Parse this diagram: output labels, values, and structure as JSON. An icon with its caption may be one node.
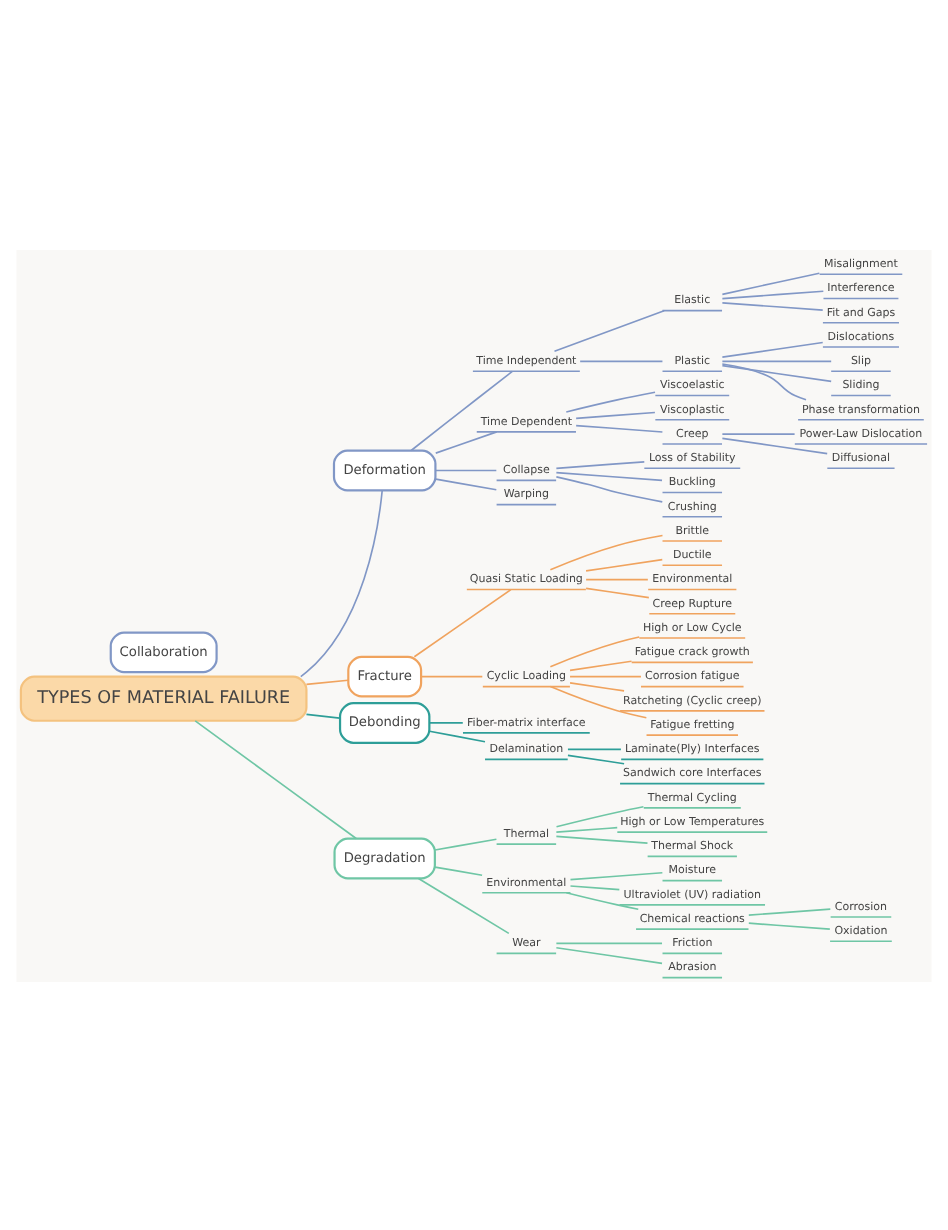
{
  "diagram": {
    "nodes": [
      {
        "text": [
          "TYPES OF MATERIAL FAILURE"
        ]
      },
      {
        "text": [
          "Collaboration"
        ]
      },
      {
        "text": [
          "Deformation"
        ]
      },
      {
        "text": [
          "Time Independent"
        ]
      },
      {
        "text": [
          "Elastic"
        ]
      },
      {
        "text": [
          "Misalignment"
        ]
      },
      {
        "text": [
          "Interference"
        ]
      },
      {
        "text": [
          "Fit and Gaps"
        ]
      },
      {
        "text": [
          "Plastic"
        ]
      },
      {
        "text": [
          "Dislocations"
        ]
      },
      {
        "text": [
          "Slip"
        ]
      },
      {
        "text": [
          "Sliding"
        ]
      },
      {
        "text": [
          "Phase transformation"
        ]
      },
      {
        "text": [
          "Time Dependent"
        ]
      },
      {
        "text": [
          "Viscoelastic"
        ]
      },
      {
        "text": [
          "Viscoplastic"
        ]
      },
      {
        "text": [
          "Creep"
        ]
      },
      {
        "text": [
          "Power-Law Dislocation"
        ]
      },
      {
        "text": [
          "Diffusional"
        ]
      },
      {
        "text": [
          "Collapse"
        ]
      },
      {
        "text": [
          "Loss of Stability"
        ]
      },
      {
        "text": [
          "Buckling"
        ]
      },
      {
        "text": [
          "Crushing"
        ]
      },
      {
        "text": [
          "Warping"
        ]
      },
      {
        "text": [
          "Fracture"
        ]
      },
      {
        "text": [
          "Quasi Static Loading"
        ]
      },
      {
        "text": [
          "Brittle"
        ]
      },
      {
        "text": [
          "Ductile"
        ]
      },
      {
        "text": [
          "Environmental"
        ]
      },
      {
        "text": [
          "Creep Rupture"
        ]
      },
      {
        "text": [
          "Cyclic Loading"
        ]
      },
      {
        "text": [
          "High or Low Cycle"
        ]
      },
      {
        "text": [
          "Fatigue crack growth"
        ]
      },
      {
        "text": [
          "Corrosion fatigue"
        ]
      },
      {
        "text": [
          "Ratcheting (Cyclic creep)"
        ]
      },
      {
        "text": [
          "Fatigue fretting"
        ]
      },
      {
        "text": [
          "Debonding"
        ]
      },
      {
        "text": [
          "Fiber-matrix interface"
        ]
      },
      {
        "text": [
          "Delamination"
        ]
      },
      {
        "text": [
          "Laminate(Ply) Interfaces"
        ]
      },
      {
        "text": [
          "Sandwich core Interfaces"
        ]
      },
      {
        "text": [
          "Degradation"
        ]
      },
      {
        "text": [
          "Thermal"
        ]
      },
      {
        "text": [
          "Thermal Cycling"
        ]
      },
      {
        "text": [
          "High or Low Temperatures"
        ]
      },
      {
        "text": [
          "Thermal Shock"
        ]
      },
      {
        "text": [
          "Environmental"
        ]
      },
      {
        "text": [
          "Moisture"
        ]
      },
      {
        "text": [
          "Ultraviolet (UV) radiation"
        ]
      },
      {
        "text": [
          "Chemical reactions"
        ]
      },
      {
        "text": [
          "Corrosion"
        ]
      },
      {
        "text": [
          "Oxidation"
        ]
      },
      {
        "text": [
          "Wear"
        ]
      },
      {
        "text": [
          "Friction"
        ]
      },
      {
        "text": [
          "Abrasion"
        ]
      }
    ],
    "edges": [
      {
        "from": 0,
        "to": 2,
        "arrow": "none"
      },
      {
        "from": 2,
        "to": 3,
        "arrow": "none"
      },
      {
        "from": 3,
        "to": 4,
        "arrow": "none"
      },
      {
        "from": 4,
        "to": 5,
        "arrow": "none"
      },
      {
        "from": 4,
        "to": 6,
        "arrow": "none"
      },
      {
        "from": 4,
        "to": 7,
        "arrow": "none"
      },
      {
        "from": 3,
        "to": 8,
        "arrow": "none"
      },
      {
        "from": 8,
        "to": 9,
        "arrow": "none"
      },
      {
        "from": 8,
        "to": 10,
        "arrow": "none"
      },
      {
        "from": 8,
        "to": 11,
        "arrow": "none"
      },
      {
        "from": 8,
        "to": 12,
        "arrow": "none"
      },
      {
        "from": 2,
        "to": 13,
        "arrow": "none"
      },
      {
        "from": 13,
        "to": 14,
        "arrow": "none"
      },
      {
        "from": 13,
        "to": 15,
        "arrow": "none"
      },
      {
        "from": 13,
        "to": 16,
        "arrow": "none"
      },
      {
        "from": 16,
        "to": 17,
        "arrow": "none"
      },
      {
        "from": 16,
        "to": 18,
        "arrow": "none"
      },
      {
        "from": 2,
        "to": 19,
        "arrow": "none"
      },
      {
        "from": 19,
        "to": 20,
        "arrow": "none"
      },
      {
        "from": 19,
        "to": 21,
        "arrow": "none"
      },
      {
        "from": 19,
        "to": 22,
        "arrow": "none"
      },
      {
        "from": 2,
        "to": 23,
        "arrow": "none"
      },
      {
        "from": 0,
        "to": 24,
        "arrow": "none",
        "color": "#f0a35e"
      },
      {
        "from": 24,
        "to": 25,
        "arrow": "none",
        "color": "#f0a35e"
      },
      {
        "from": 25,
        "to": 26,
        "arrow": "none",
        "color": "#f0a35e"
      },
      {
        "from": 25,
        "to": 27,
        "arrow": "none",
        "color": "#f0a35e"
      },
      {
        "from": 25,
        "to": 28,
        "arrow": "none",
        "color": "#f0a35e"
      },
      {
        "from": 25,
        "to": 29,
        "arrow": "none",
        "color": "#f0a35e"
      },
      {
        "from": 24,
        "to": 30,
        "arrow": "none",
        "color": "#f0a35e"
      },
      {
        "from": 30,
        "to": 31,
        "arrow": "none",
        "color": "#f0a35e"
      },
      {
        "from": 30,
        "to": 32,
        "arrow": "none",
        "color": "#f0a35e"
      },
      {
        "from": 30,
        "to": 33,
        "arrow": "none",
        "color": "#f0a35e"
      },
      {
        "from": 30,
        "to": 34,
        "arrow": "none",
        "color": "#f0a35e"
      },
      {
        "from": 30,
        "to": 35,
        "arrow": "none",
        "color": "#f0a35e"
      },
      {
        "from": 0,
        "to": 36,
        "arrow": "none",
        "color": "#2e9e98"
      },
      {
        "from": 36,
        "to": 37,
        "arrow": "none",
        "color": "#2e9e98"
      },
      {
        "from": 36,
        "to": 38,
        "arrow": "none",
        "color": "#2e9e98"
      },
      {
        "from": 38,
        "to": 39,
        "arrow": "none",
        "color": "#2e9e98"
      },
      {
        "from": 38,
        "to": 40,
        "arrow": "none",
        "color": "#2e9e98"
      },
      {
        "from": 0,
        "to": 41,
        "arrow": "none",
        "color": "#6fc6a5"
      },
      {
        "from": 41,
        "to": 42,
        "arrow": "none",
        "color": "#6fc6a5"
      },
      {
        "from": 42,
        "to": 43,
        "arrow": "none",
        "color": "#6fc6a5"
      },
      {
        "from": 42,
        "to": 44,
        "arrow": "none",
        "color": "#6fc6a5"
      },
      {
        "from": 42,
        "to": 45,
        "arrow": "none",
        "color": "#6fc6a5"
      },
      {
        "from": 41,
        "to": 46,
        "arrow": "none",
        "color": "#6fc6a5"
      },
      {
        "from": 46,
        "to": 47,
        "arrow": "none",
        "color": "#6fc6a5"
      },
      {
        "from": 46,
        "to": 48,
        "arrow": "none",
        "color": "#6fc6a5"
      },
      {
        "from": 46,
        "to": 49,
        "arrow": "none",
        "color": "#6fc6a5"
      },
      {
        "from": 49,
        "to": 50,
        "arrow": "none",
        "color": "#6fc6a5"
      },
      {
        "from": 49,
        "to": 51,
        "arrow": "none",
        "color": "#6fc6a5"
      },
      {
        "from": 41,
        "to": 52,
        "arrow": "none",
        "color": "#6fc6a5"
      },
      {
        "from": 52,
        "to": 53,
        "arrow": "none",
        "color": "#6fc6a5"
      },
      {
        "from": 52,
        "to": 54,
        "arrow": "none",
        "color": "#6fc6a5"
      }
    ]
  }
}
